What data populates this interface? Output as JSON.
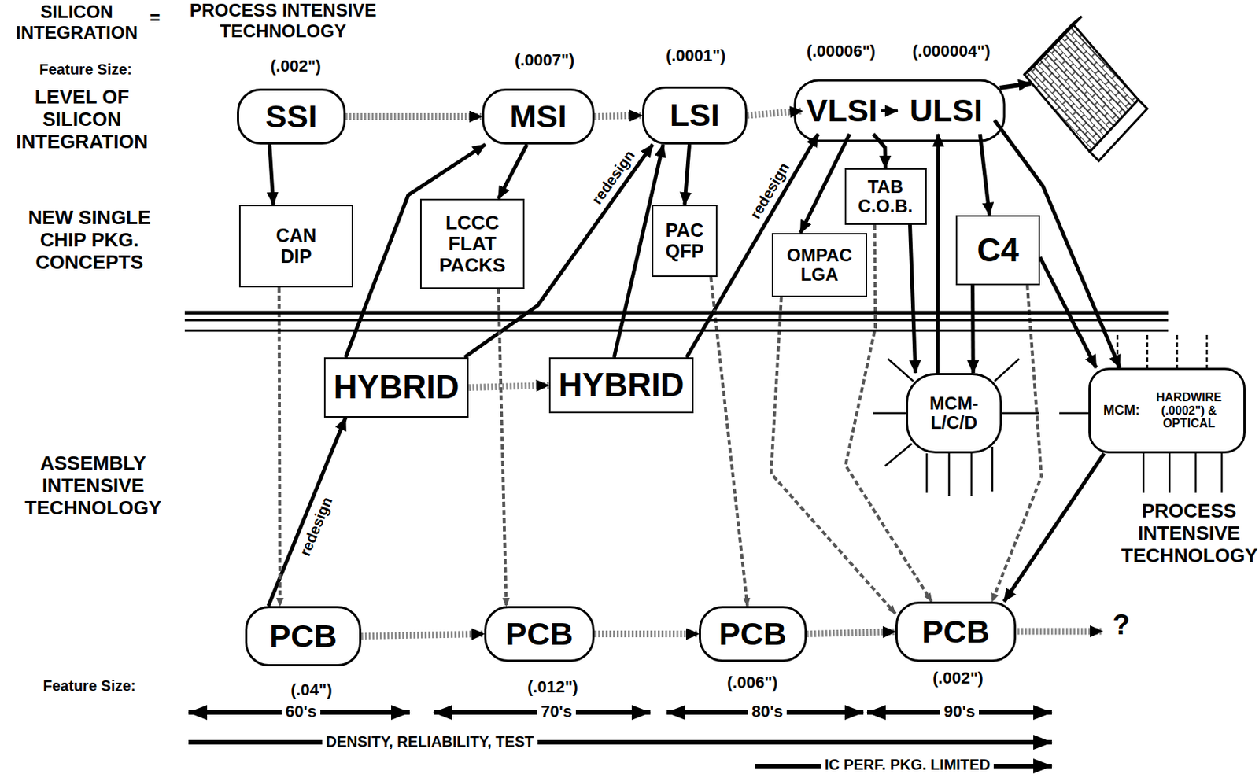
{
  "diagram": {
    "nodes": [
      {
        "text": [
          "SSI"
        ]
      },
      {
        "text": [
          "MSI"
        ]
      },
      {
        "text": [
          "LSI"
        ]
      },
      {
        "text": [
          "VLSI"
        ]
      },
      {
        "text": [
          "ULSI"
        ]
      },
      {
        "text": [
          "CAN DIP"
        ]
      },
      {
        "text": [
          "LCCC FLAT PACKS"
        ]
      },
      {
        "text": [
          "PAC QFP"
        ]
      },
      {
        "text": [
          "OMPAC LGA"
        ]
      },
      {
        "text": [
          "TAB C.O.B."
        ]
      },
      {
        "text": [
          "C4"
        ]
      },
      {
        "text": [
          "HYBRID"
        ]
      },
      {
        "text": [
          "HYBRID"
        ]
      },
      {
        "text": [
          "MCM- L/C/D"
        ]
      },
      {
        "text": [
          "MCM:",
          "HARDWIRE (.0002\") & OPTICAL"
        ]
      },
      {
        "text": [
          "PCB"
        ]
      },
      {
        "text": [
          "PCB"
        ]
      },
      {
        "text": [
          "PCB"
        ]
      },
      {
        "text": [
          "PCB"
        ]
      }
    ],
    "edges": [
      {
        "from": 0,
        "to": 1,
        "arrow": "to"
      },
      {
        "from": 1,
        "to": 2,
        "arrow": "to"
      },
      {
        "from": 2,
        "to": 3,
        "arrow": "to"
      },
      {
        "from": 3,
        "to": 4,
        "arrow": "to"
      },
      {
        "from": 0,
        "to": 5,
        "arrow": "to"
      },
      {
        "from": 1,
        "to": 6,
        "arrow": "to"
      },
      {
        "from": 11,
        "to": 1,
        "arrow": "to"
      },
      {
        "from": 15,
        "to": 11,
        "label": "redesign",
        "arrow": "to"
      },
      {
        "from": 11,
        "to": 2,
        "label": "redesign",
        "arrow": "to"
      },
      {
        "from": 11,
        "to": 12,
        "arrow": "to"
      },
      {
        "from": 2,
        "to": 7,
        "arrow": "to"
      },
      {
        "from": 12,
        "to": 2,
        "arrow": "to"
      },
      {
        "from": 12,
        "to": 3,
        "label": "redesign",
        "arrow": "to"
      },
      {
        "from": 3,
        "to": 8,
        "arrow": "to"
      },
      {
        "from": 3,
        "to": 9,
        "arrow": "to"
      },
      {
        "from": 13,
        "to": 4,
        "arrow": "to"
      },
      {
        "from": 4,
        "to": 10,
        "arrow": "to"
      },
      {
        "from": 9,
        "to": 13,
        "arrow": "to"
      },
      {
        "from": 10,
        "to": 13,
        "arrow": "to"
      },
      {
        "from": 10,
        "to": 14,
        "arrow": "to"
      },
      {
        "from": 4,
        "to": 14,
        "arrow": "to"
      },
      {
        "from": 14,
        "to": 18,
        "arrow": "to"
      },
      {
        "from": 5,
        "to": 15,
        "arrow": "to"
      },
      {
        "from": 6,
        "to": 16,
        "arrow": "to"
      },
      {
        "from": 7,
        "to": 17,
        "arrow": "to"
      },
      {
        "from": 8,
        "to": 18,
        "arrow": "to"
      },
      {
        "from": 9,
        "to": 18,
        "arrow": "to"
      },
      {
        "from": 10,
        "to": 18,
        "arrow": "to"
      },
      {
        "from": 15,
        "to": 16,
        "arrow": "to"
      },
      {
        "from": 16,
        "to": 17,
        "arrow": "to"
      },
      {
        "from": 17,
        "to": 18,
        "arrow": "to"
      }
    ],
    "labels": [
      "SILICON INTEGRATION",
      "=",
      "PROCESS INTENSIVE TECHNOLOGY",
      "Feature Size:",
      "(.002\")",
      "(.0007\")",
      "(.0001\")",
      "(.00006\")",
      "(.000004\")",
      "LEVEL OF SILICON INTEGRATION",
      "NEW SINGLE CHIP PKG. CONCEPTS",
      "ASSEMBLY INTENSIVE TECHNOLOGY",
      "PROCESS INTENSIVE TECHNOLOGY",
      "?",
      "Feature Size:",
      "(.04\")",
      "(.012\")",
      "(.006\")",
      "(.002\")",
      "60's",
      "70's",
      "80's",
      "90's",
      "DENSITY, RELIABILITY, TEST",
      "IC PERF. PKG. LIMITED"
    ]
  }
}
